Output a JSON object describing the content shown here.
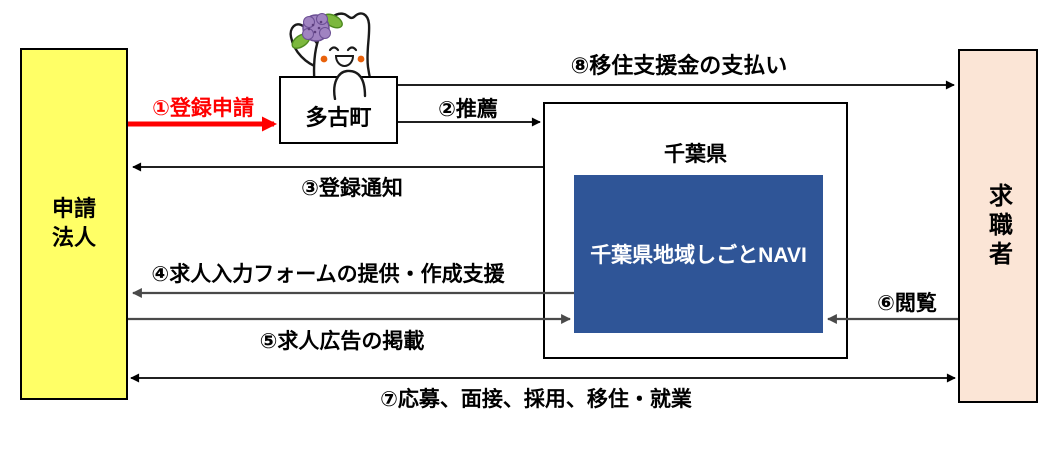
{
  "nodes": {
    "applicant": {
      "lines": [
        "申請",
        "法人"
      ]
    },
    "tako": {
      "label": "多古町"
    },
    "chiba": {
      "label": "千葉県"
    },
    "navi": {
      "label": "千葉県地域しごとNAVI"
    },
    "jobseeker": {
      "label": "求職者"
    }
  },
  "flows": [
    {
      "label": "①登録申請",
      "from": "applicant",
      "to": "tako"
    },
    {
      "label": "②推薦",
      "from": "tako",
      "to": "chiba"
    },
    {
      "label": "③登録通知",
      "from": "chiba",
      "to": "applicant"
    },
    {
      "label": "④求人入力フォームの提供・作成支援",
      "from": "navi",
      "to": "applicant"
    },
    {
      "label": "⑤求人広告の掲載",
      "from": "applicant",
      "to": "navi"
    },
    {
      "label": "⑥閲覧",
      "from": "jobseeker",
      "to": "navi"
    },
    {
      "label": "⑦応募、面接、採用、移住・就業",
      "from": "applicant",
      "to": "jobseeker"
    },
    {
      "label": "⑧移住支援金の支払い",
      "from": "tako",
      "to": "jobseeker"
    }
  ],
  "colors": {
    "flow1_red": "#FF0000",
    "applicant_fill": "#FFFF66",
    "navi_fill": "#2F5597",
    "navi_text": "#FFFFFF",
    "jobseeker_fill": "#FBE5D6",
    "line_black": "#000000",
    "line_gray": "#4A4A4A",
    "mascot_flower_purple": "#A083C1",
    "mascot_leaf_green": "#7CB83D",
    "mascot_cheek_orange": "#E8610A"
  }
}
